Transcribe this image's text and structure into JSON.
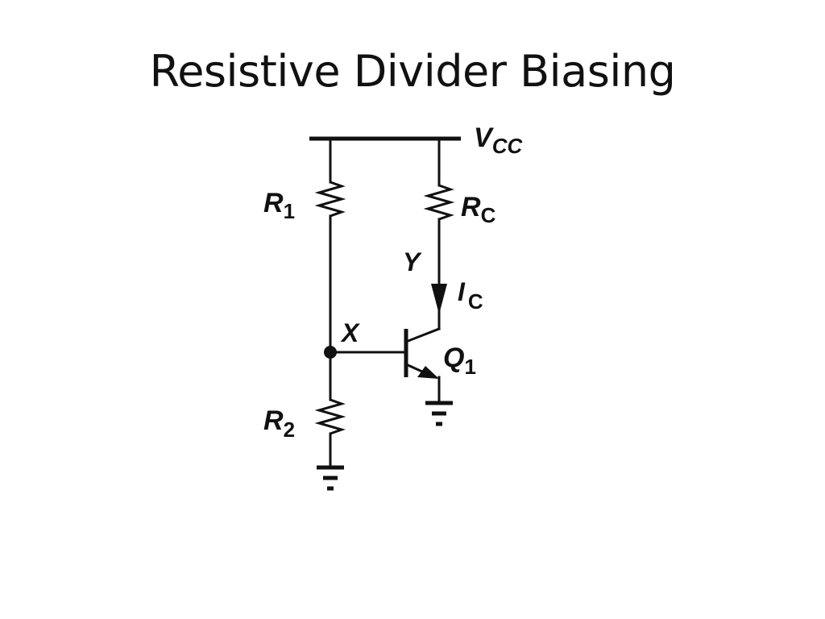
{
  "slide": {
    "title": "Resistive Divider Biasing"
  },
  "circuit": {
    "supply": {
      "name": "V",
      "sub": "CC"
    },
    "r1": {
      "name": "R",
      "sub": "1"
    },
    "r2": {
      "name": "R",
      "sub": "2"
    },
    "rc": {
      "name": "R",
      "sub": "C"
    },
    "node_x": "X",
    "node_y": "Y",
    "current": {
      "name": "I",
      "sub": "C"
    },
    "transistor": {
      "name": "Q",
      "sub": "1"
    }
  }
}
